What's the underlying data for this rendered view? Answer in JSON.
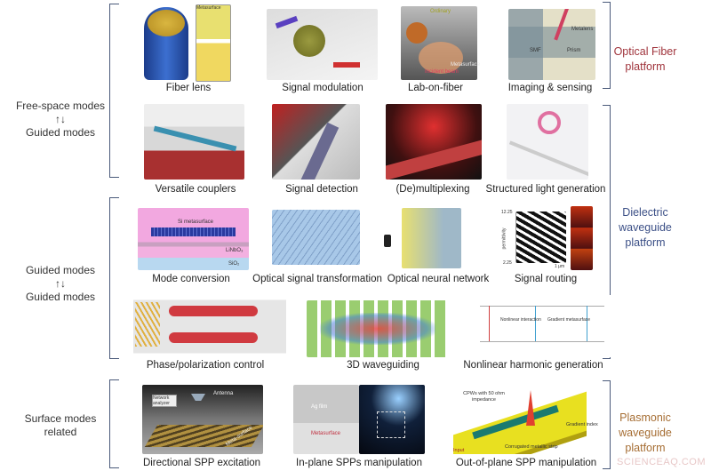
{
  "left_labels": {
    "free_guided": {
      "top": "Free-space modes",
      "arrows": "↑↓",
      "bottom": "Guided modes"
    },
    "guided_guided": {
      "top": "Guided modes",
      "arrows": "↑↓",
      "bottom": "Guided modes"
    },
    "surface": {
      "line1": "Surface modes",
      "line2": "related"
    }
  },
  "right_labels": {
    "optical_fiber": {
      "line1": "Optical Fiber",
      "line2": "platform",
      "color": "#a0343c"
    },
    "dielectric": {
      "line1": "Dielectric",
      "line2": "waveguide",
      "line3": "platform",
      "color": "#3b4f86"
    },
    "plasmonic": {
      "line1": "Plasmonic",
      "line2": "waveguide",
      "line3": "platform",
      "color": "#a66e34"
    }
  },
  "panels": {
    "fiber_lens": {
      "caption": "Fiber lens",
      "inset": "Metasurface"
    },
    "signal_modulation": {
      "caption": "Signal modulation"
    },
    "lab_on_fiber": {
      "caption": "Lab-on-fiber",
      "labels": [
        "Ordinary",
        "Metasurface",
        "Incident beam"
      ]
    },
    "imaging_sensing": {
      "caption": "Imaging & sensing",
      "labels": [
        "Metalens",
        "SMF",
        "Prism"
      ]
    },
    "versatile_couplers": {
      "caption": "Versatile couplers"
    },
    "signal_detection": {
      "caption": "Signal detection"
    },
    "demultiplexing": {
      "caption": "(De)multiplexing"
    },
    "structured_light": {
      "caption": "Structured light generation"
    },
    "mode_conversion": {
      "caption": "Mode conversion",
      "labels": [
        "Si metasurface",
        "LiNbO₃",
        "SiO₂"
      ]
    },
    "optical_signal_transformation": {
      "caption": "Optical signal transformation"
    },
    "optical_neural_network": {
      "caption": "Optical neural network"
    },
    "signal_routing": {
      "caption": "Signal routing",
      "labels": [
        "12.25",
        "2.25",
        "permittivity",
        "1 μm"
      ]
    },
    "phase_polarization": {
      "caption": "Phase/polarization control"
    },
    "waveguiding_3d": {
      "caption": "3D waveguiding"
    },
    "nonlinear_harmonic": {
      "caption": "Nonlinear harmonic generation",
      "labels": [
        "Nonlinear interaction",
        "Gradient metasurface"
      ]
    },
    "directional_spp": {
      "caption": "Directional SPP excitation",
      "labels": [
        "Network analyzer",
        "Antenna",
        "Meta-surface"
      ]
    },
    "inplane_spp": {
      "caption": "In-plane SPPs manipulation",
      "labels": [
        "Ag film",
        "Metasurface"
      ]
    },
    "outofplane_spp": {
      "caption": "Out-of-plane SPP manipulation",
      "labels": [
        "CPWs with 50 ohm impedance",
        "Gradient index",
        "Corrugated metallic strip",
        "Input"
      ]
    }
  },
  "watermark": "SCIENCEAQ.COM"
}
